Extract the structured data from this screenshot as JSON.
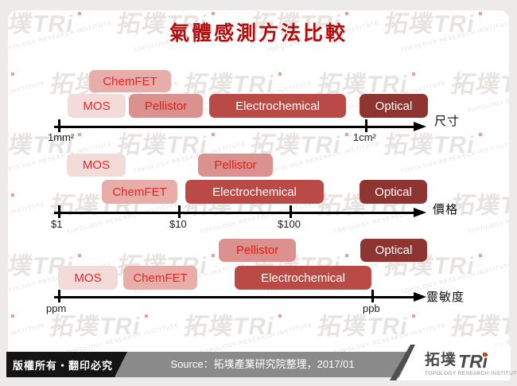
{
  "title": "氣體感測方法比較",
  "watermark": {
    "brand": "拓墣TRi",
    "caption": "TOPOLOGY RESEARCH INSTITUTE"
  },
  "colors": {
    "title_red": "#b50d0d",
    "mos": "#f3dbd9",
    "chemfet": "#e8aca9",
    "pellistor": "#db918d",
    "electrochemical": "#b94a46",
    "optical": "#8e3431",
    "box_text_red": "#e42823",
    "box_text_white": "#ffffff",
    "axis_black": "#000000",
    "footer_bar_gray": "#8a8a8a",
    "footer_black": "#141414",
    "logo_red_dot": "#e8380d"
  },
  "chart_data": [
    {
      "type": "range",
      "axis_label": "尺寸",
      "ticks": [
        {
          "label": "1mm²",
          "frac": 0.01
        },
        {
          "label": "1cm²",
          "frac": 0.84
        }
      ],
      "boxes": [
        {
          "label": "ChemFET",
          "method": "chemfet",
          "row": "upper",
          "span_frac": [
            0.09,
            0.31
          ]
        },
        {
          "label": "MOS",
          "method": "mos",
          "row": "lower",
          "span_frac": [
            0.04,
            0.19
          ]
        },
        {
          "label": "Pellistor",
          "method": "pellistor",
          "row": "lower",
          "span_frac": [
            0.2,
            0.4
          ]
        },
        {
          "label": "Electrochemical",
          "method": "electrochemical",
          "row": "lower",
          "span_frac": [
            0.42,
            0.79
          ]
        },
        {
          "label": "Optical",
          "method": "optical",
          "row": "lower",
          "span_frac": [
            0.82,
            1.0
          ]
        }
      ]
    },
    {
      "type": "range",
      "axis_label": "價格",
      "ticks": [
        {
          "label": "$1",
          "frac": 0.01
        },
        {
          "label": "$10",
          "frac": 0.34
        },
        {
          "label": "$100",
          "frac": 0.64
        }
      ],
      "boxes": [
        {
          "label": "MOS",
          "method": "mos",
          "row": "upper",
          "span_frac": [
            0.03,
            0.19
          ]
        },
        {
          "label": "Pellistor",
          "method": "pellistor",
          "row": "upper",
          "span_frac": [
            0.39,
            0.59
          ]
        },
        {
          "label": "ChemFET",
          "method": "chemfet",
          "row": "lower",
          "span_frac": [
            0.13,
            0.33
          ]
        },
        {
          "label": "Electrochemical",
          "method": "electrochemical",
          "row": "lower",
          "span_frac": [
            0.35,
            0.73
          ]
        },
        {
          "label": "Optical",
          "method": "optical",
          "row": "lower",
          "span_frac": [
            0.82,
            1.0
          ]
        }
      ]
    },
    {
      "type": "range",
      "axis_label": "靈敏度",
      "ticks": [
        {
          "label": "ppm",
          "frac": 0.01
        },
        {
          "label": "ppb",
          "frac": 0.86
        }
      ],
      "boxes": [
        {
          "label": "Pellistor",
          "method": "pellistor",
          "row": "upper",
          "span_frac": [
            0.44,
            0.65
          ]
        },
        {
          "label": "Optical",
          "method": "optical",
          "row": "upper",
          "span_frac": [
            0.82,
            1.0
          ]
        },
        {
          "label": "MOS",
          "method": "mos",
          "row": "lower",
          "span_frac": [
            0.01,
            0.17
          ]
        },
        {
          "label": "ChemFET",
          "method": "chemfet",
          "row": "lower",
          "span_frac": [
            0.19,
            0.39
          ]
        },
        {
          "label": "Electrochemical",
          "method": "electrochemical",
          "row": "lower",
          "span_frac": [
            0.49,
            0.85
          ]
        }
      ]
    }
  ],
  "footer": {
    "copyright": "版權所有‧翻印必究",
    "source": "Source：拓墣產業研究院整理，2017/01",
    "logo": {
      "brand": "拓墣",
      "tri": "TRi",
      "caption": "TOPOLOGY RESEARCH INSTITUTE"
    }
  }
}
